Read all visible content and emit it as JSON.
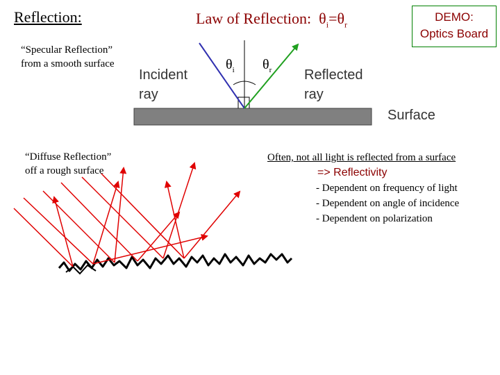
{
  "title": "Reflection:",
  "law": {
    "prefix": "Law of Reflection:",
    "theta": "θ",
    "i": "i",
    "eq": "=",
    "r": "r"
  },
  "demo": {
    "line1": "DEMO:",
    "line2": "Optics Board"
  },
  "specular": {
    "line1": "“Specular Reflection”",
    "line2": "from a smooth surface"
  },
  "diffuse": {
    "line1": "“Diffuse Reflection”",
    "line2": "off a rough surface"
  },
  "incident": {
    "line1": "Incident",
    "line2": "ray"
  },
  "reflected": {
    "line1": "Reflected",
    "line2": "ray"
  },
  "surface_label": "Surface",
  "theta_i": {
    "sym": "θ",
    "sub": "i"
  },
  "theta_r": {
    "sym": "θ",
    "sub": "r"
  },
  "notes": {
    "heading": "Often, not all light is reflected from a surface",
    "reflectivity": "=> Reflectivity",
    "items": [
      "- Dependent on frequency of light",
      "- Dependent on angle of incidence",
      "- Dependent on polarization"
    ]
  },
  "colors": {
    "incident": "#3030b0",
    "reflected": "#20a020",
    "diffuse": "#e00000",
    "surface": "#808080"
  }
}
